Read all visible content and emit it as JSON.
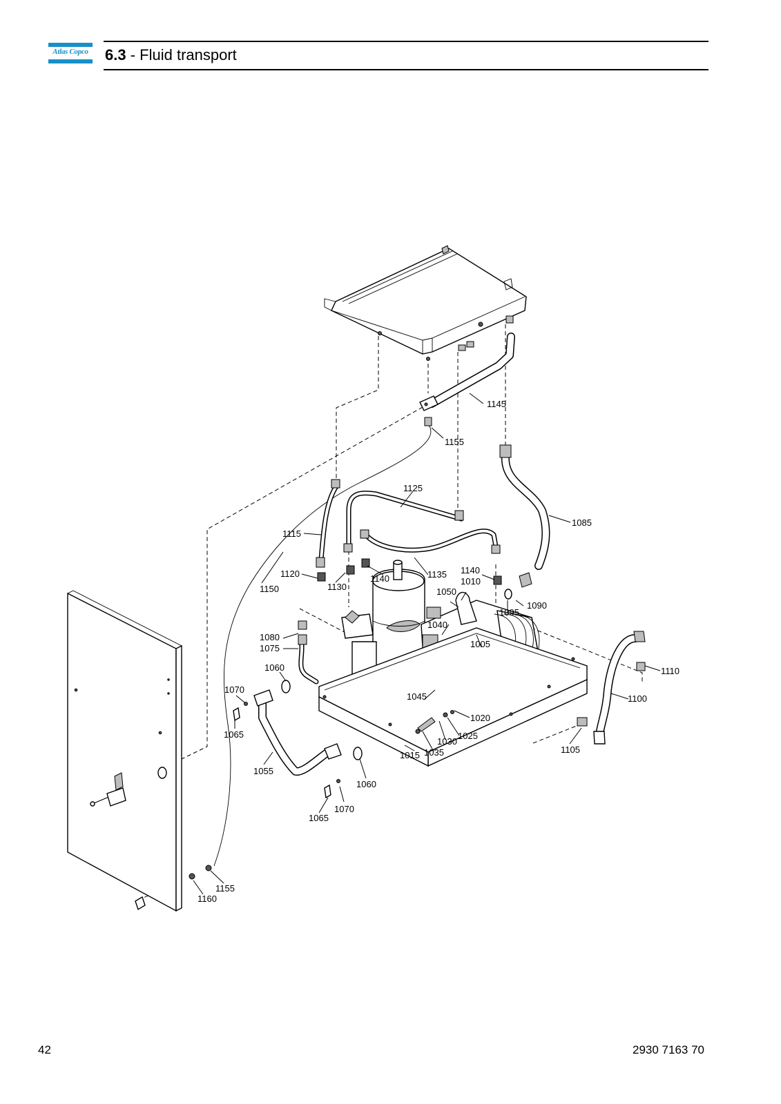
{
  "header": {
    "logo_text": "Atlas Copco",
    "section_number": "6.3",
    "section_separator": " - ",
    "section_title": "Fluid transport"
  },
  "footer": {
    "page_number": "42",
    "document_number": "2930 7163 70"
  },
  "callouts": [
    "1145",
    "1155",
    "1125",
    "1085",
    "1115",
    "1120",
    "1130",
    "1140",
    "1135",
    "1140",
    "1010",
    "1150",
    "1050",
    "1090",
    "1095",
    "1040",
    "1080",
    "1075",
    "1005",
    "1060",
    "1110",
    "1070",
    "1045",
    "1100",
    "1020",
    "1065",
    "1025",
    "1030",
    "1105",
    "1015",
    "1035",
    "1055",
    "1060",
    "1070",
    "1065",
    "1155",
    "1160"
  ],
  "colors": {
    "logo_blue": "#1790c8"
  }
}
